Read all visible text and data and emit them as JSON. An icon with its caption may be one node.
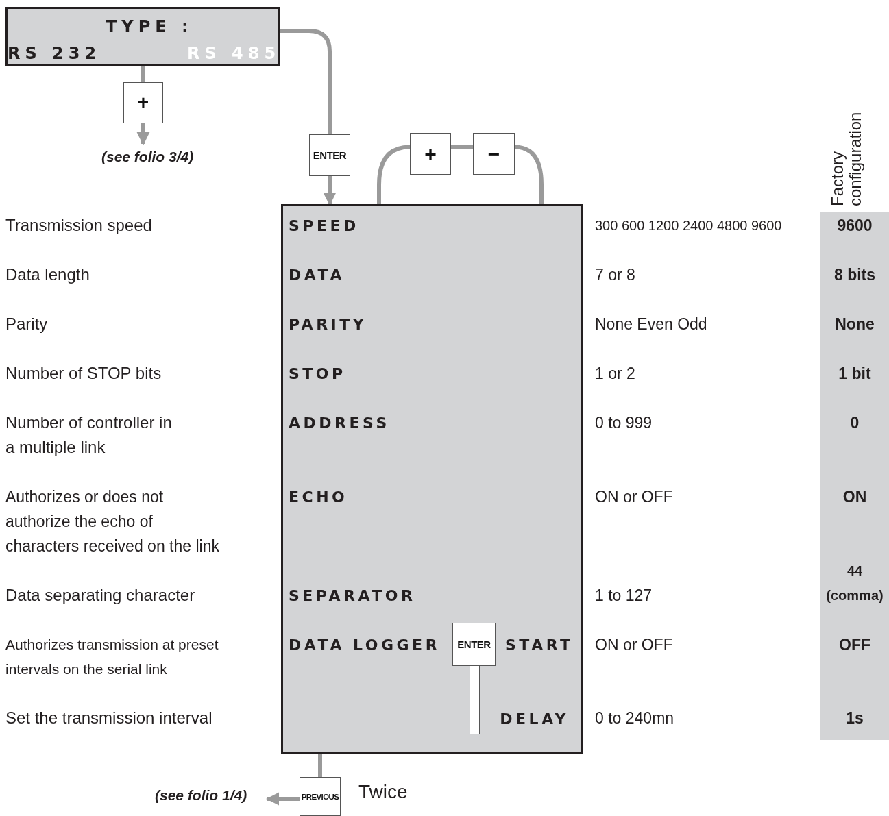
{
  "diagram": {
    "nodes": [
      {
        "text": [
          "TYPE :",
          "RS 232",
          "RS 485"
        ]
      },
      {
        "text": [
          "+"
        ]
      },
      {
        "text": [
          "(see folio 3/4)"
        ]
      },
      {
        "text": [
          "ENTER"
        ]
      },
      {
        "text": [
          "SPEED",
          "DATA",
          "PARITY",
          "STOP",
          "ADDRESS",
          "ECHO",
          "SEPARATOR",
          "DATA LOGGER",
          "START",
          "DELAY"
        ]
      },
      {
        "text": [
          "+"
        ]
      },
      {
        "text": [
          "−"
        ]
      },
      {
        "text": [
          "ENTER"
        ],
        "in": 4
      },
      {
        "text": [
          "PREVIOUS"
        ],
        "beside": [
          "Twice"
        ]
      },
      {
        "text": [
          "(see folio 1/4)"
        ]
      },
      {
        "text": [],
        "shape": "bar",
        "in": 4
      }
    ],
    "edges": [
      {
        "from": 0,
        "to": 1,
        "arrow": "none"
      },
      {
        "from": 1,
        "to": 2,
        "arrow": "to"
      },
      {
        "from": 0,
        "to": 3,
        "arrow": "none"
      },
      {
        "from": 3,
        "to": 4,
        "arrow": "to"
      },
      {
        "from": 4,
        "to": 5,
        "arrow": "none"
      },
      {
        "from": 5,
        "to": 6,
        "arrow": "none"
      },
      {
        "from": 6,
        "to": 4,
        "arrow": "none"
      },
      {
        "from": 4,
        "to": 8,
        "arrow": "none"
      },
      {
        "from": 8,
        "to": 9,
        "arrow": "to"
      }
    ],
    "labels": [
      "Factory configuration",
      "Transmission speed",
      "300 600 1200 2400 4800 9600",
      "9600",
      "Data length",
      "7 or 8",
      "8 bits",
      "Parity",
      "None Even Odd",
      "None",
      "Number of STOP bits",
      "1 or 2",
      "1 bit",
      "Number of controller in a multiple link",
      "0 to 999",
      "0",
      "Authorizes or does not authorize the echo of characters received on the link",
      "ON or OFF",
      "ON",
      "Data separating character",
      "1 to 127",
      "44 (comma)",
      "Authorizes transmission at preset intervals on the serial link",
      "ON or OFF",
      "OFF",
      "Set the transmission interval",
      "0 to 240mn",
      "1s"
    ]
  }
}
